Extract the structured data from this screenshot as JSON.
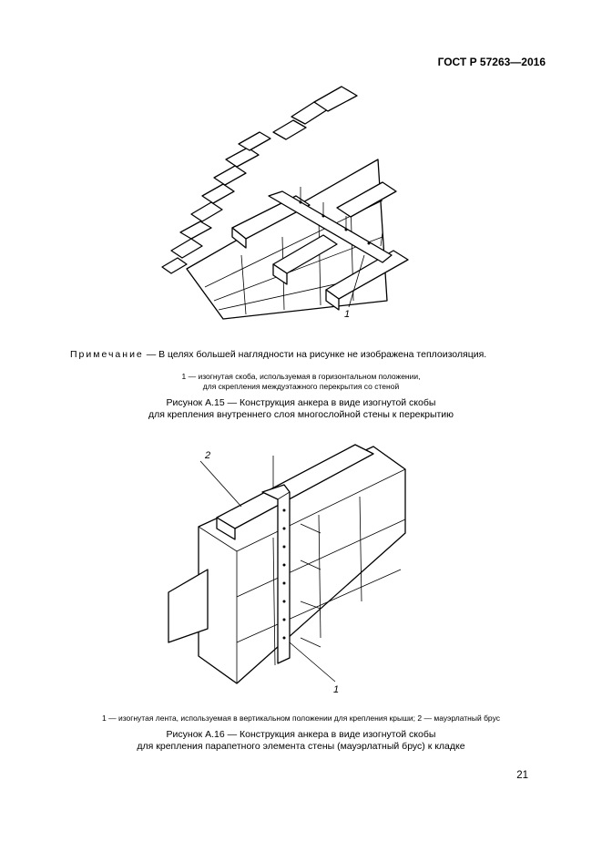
{
  "header": {
    "standard": "ГОСТ Р 57263—2016"
  },
  "note": {
    "label": "Примечание",
    "text": " — В целях большей наглядности на рисунке не изображена теплоизоляция."
  },
  "figure15": {
    "callout_1": "1",
    "legend_line1": "1 — изогнутая скоба, используемая в горизонтальном положении,",
    "legend_line2": "для скрепления междуэтажного перекрытия со стеной",
    "caption_line1": "Рисунок А.15 — Конструкция анкера в виде изогнутой скобы",
    "caption_line2": "для крепления внутреннего слоя многослойной стены к перекрытию"
  },
  "figure16": {
    "callout_1": "1",
    "callout_2": "2",
    "legend": "1 — изогнутая лента, используемая в вертикальном положении для крепления крыши; 2 — мауэрлатный брус",
    "caption_line1": "Рисунок А.16 — Конструкция анкера в виде изогнутой скобы",
    "caption_line2": "для крепления парапетного элемента стены (мауэрлатный брус) к кладке"
  },
  "page_number": "21"
}
